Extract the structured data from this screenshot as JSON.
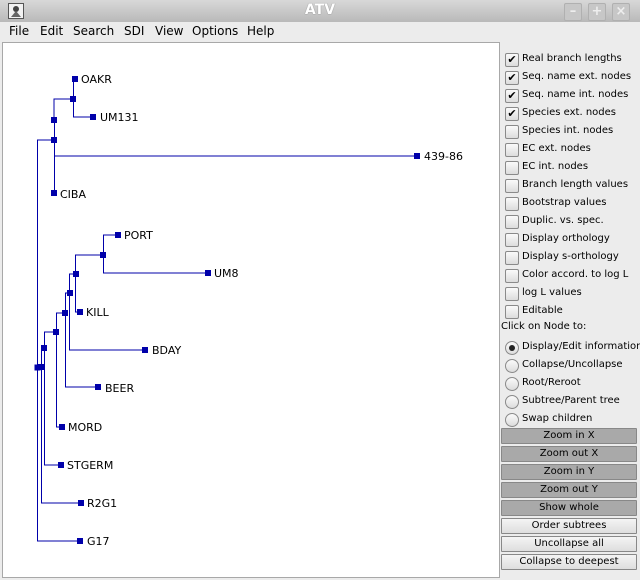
{
  "window": {
    "title": "ATV"
  },
  "menu": [
    "File",
    "Edit",
    "Search",
    "SDI",
    "View",
    "Options",
    "Help"
  ],
  "checkboxes": [
    {
      "label": "Real branch lengths",
      "checked": true
    },
    {
      "label": "Seq. name ext. nodes",
      "checked": true
    },
    {
      "label": "Seq. name int. nodes",
      "checked": true
    },
    {
      "label": "Species ext. nodes",
      "checked": true
    },
    {
      "label": "Species int. nodes",
      "checked": false
    },
    {
      "label": "EC ext. nodes",
      "checked": false
    },
    {
      "label": "EC int. nodes",
      "checked": false
    },
    {
      "label": "Branch length values",
      "checked": false
    },
    {
      "label": "Bootstrap values",
      "checked": false
    },
    {
      "label": "Duplic. vs. spec.",
      "checked": false
    },
    {
      "label": "Display orthology",
      "checked": false
    },
    {
      "label": "Display s-orthology",
      "checked": false
    },
    {
      "label": "Color accord. to log L",
      "checked": false
    },
    {
      "label": "log L values",
      "checked": false
    },
    {
      "label": "Editable",
      "checked": false
    }
  ],
  "click_heading": "Click on Node to:",
  "radios": [
    {
      "label": "Display/Edit information",
      "selected": true
    },
    {
      "label": "Collapse/Uncollapse",
      "selected": false
    },
    {
      "label": "Root/Reroot",
      "selected": false
    },
    {
      "label": "Subtree/Parent tree",
      "selected": false
    },
    {
      "label": "Swap children",
      "selected": false
    }
  ],
  "zoom_buttons": [
    "Zoom in X",
    "Zoom out X",
    "Zoom in Y",
    "Zoom out Y",
    "Show whole"
  ],
  "action_buttons": [
    "Order subtrees",
    "Uncollapse all",
    "Collapse to deepest"
  ],
  "tree": {
    "line_color": "#0000aa",
    "leaves": [
      "OAKR",
      "UM131",
      "439-86",
      "CIBA",
      "PORT",
      "UM8",
      "KILL",
      "BDAY",
      "BEER",
      "MORD",
      "STGERM",
      "R2G1",
      "G17"
    ]
  }
}
